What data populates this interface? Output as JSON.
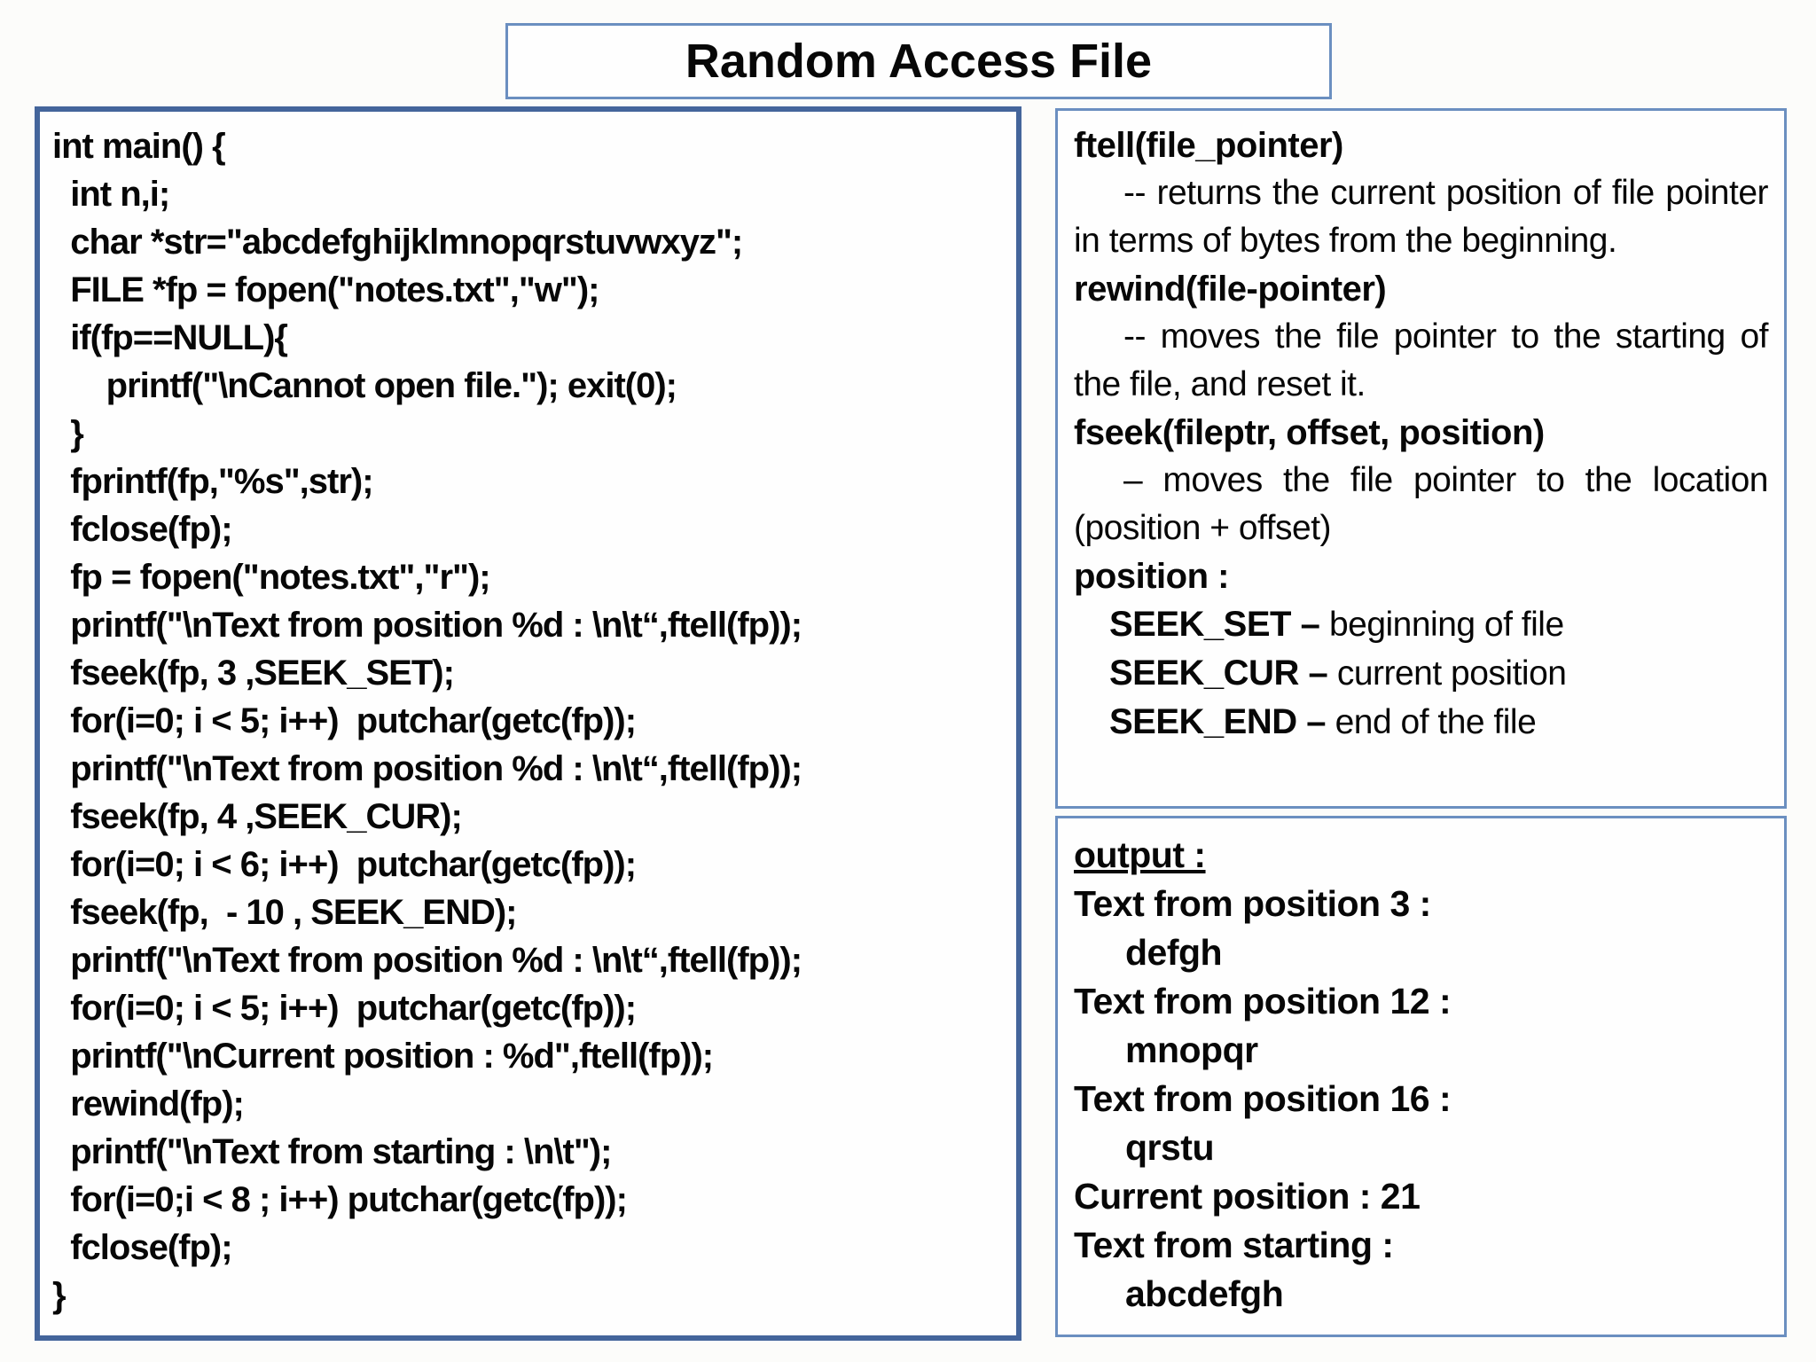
{
  "title": "Random Access File",
  "colors": {
    "page_bg": "#fcfcfa",
    "panel_bg": "#fefefe",
    "code_panel_border": "#44659b",
    "accent_border": "#6b8fc0",
    "text": "#070707"
  },
  "code_panel": {
    "lines": [
      "int main() {",
      "  int n,i;",
      "  char *str=\"abcdefghijklmnopqrstuvwxyz\";",
      "  FILE *fp = fopen(\"notes.txt\",\"w\");",
      "  if(fp==NULL){",
      "      printf(\"\\nCannot open file.\"); exit(0);",
      "  }",
      "  fprintf(fp,\"%s\",str);",
      "  fclose(fp);",
      "  fp = fopen(\"notes.txt\",\"r\");",
      "  printf(\"\\nText from position %d : \\n\\t“,ftell(fp));",
      "  fseek(fp, 3 ,SEEK_SET);",
      "  for(i=0; i < 5; i++)  putchar(getc(fp));",
      "  printf(\"\\nText from position %d : \\n\\t“,ftell(fp));",
      "  fseek(fp, 4 ,SEEK_CUR);",
      "  for(i=0; i < 6; i++)  putchar(getc(fp));",
      "  fseek(fp,  - 10 , SEEK_END);",
      "  printf(\"\\nText from position %d : \\n\\t“,ftell(fp));",
      "  for(i=0; i < 5; i++)  putchar(getc(fp));",
      "  printf(\"\\nCurrent position : %d\",ftell(fp));",
      "  rewind(fp);",
      "  printf(\"\\nText from starting : \\n\\t\");",
      "  for(i=0;i < 8 ; i++) putchar(getc(fp));",
      "  fclose(fp);",
      "}"
    ]
  },
  "reference_panel": {
    "entries": [
      {
        "type": "heading",
        "text": "ftell(file_pointer)"
      },
      {
        "type": "desc",
        "text": "-- returns the current position of file pointer in terms of bytes from the beginning."
      },
      {
        "type": "heading",
        "text": "rewind(file-pointer)"
      },
      {
        "type": "desc",
        "text": "-- moves the file pointer to the starting of the file, and reset it."
      },
      {
        "type": "heading",
        "text": "fseek(fileptr, offset, position)"
      },
      {
        "type": "desc",
        "text": "– moves the file pointer to the location (position + offset)"
      },
      {
        "type": "heading",
        "text": "position :"
      },
      {
        "type": "seek",
        "term": "SEEK_SET –",
        "desc": "beginning of file"
      },
      {
        "type": "seek",
        "term": "SEEK_CUR –",
        "desc": "current position"
      },
      {
        "type": "seek",
        "term": "SEEK_END –",
        "desc": "end of the file"
      }
    ]
  },
  "output_panel": {
    "heading": "output :",
    "lines": [
      {
        "text": "Text from position 3 :",
        "indent": false
      },
      {
        "text": "defgh",
        "indent": true
      },
      {
        "text": "Text from position 12 :",
        "indent": false
      },
      {
        "text": "mnopqr",
        "indent": true
      },
      {
        "text": "Text from position 16 :",
        "indent": false
      },
      {
        "text": "qrstu",
        "indent": true
      },
      {
        "text": "Current position : 21",
        "indent": false
      },
      {
        "text": "Text from starting :",
        "indent": false
      },
      {
        "text": "abcdefgh",
        "indent": true
      }
    ]
  }
}
